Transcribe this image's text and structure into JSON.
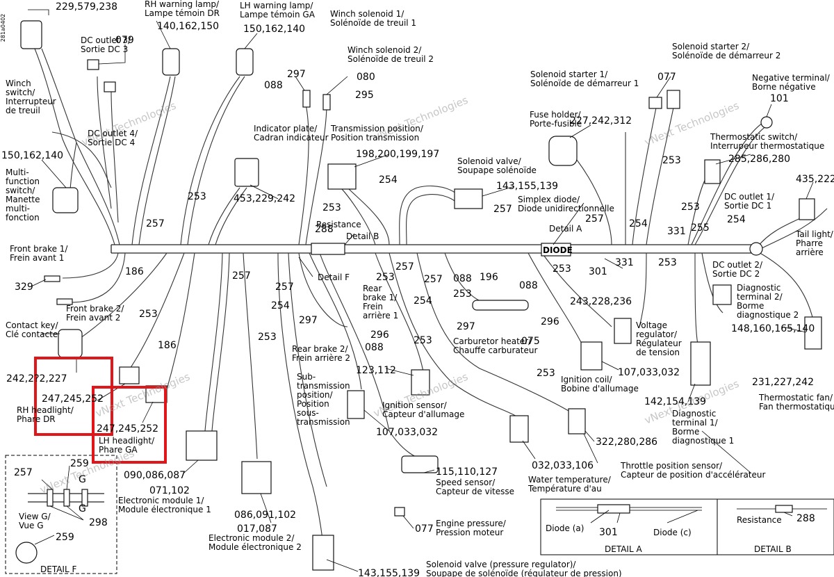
{
  "doc_id": "281a0402",
  "diode_label": "DIODE",
  "labels": [
    {
      "id": "winch-switch",
      "lines": [
        "Winch",
        "switch/",
        "Interrupteur",
        "de treuil"
      ]
    },
    {
      "id": "dc-outlet-3",
      "lines": [
        "DC outlet 3/",
        "Sortie DC 3"
      ]
    },
    {
      "id": "dc-outlet-4",
      "lines": [
        "DC outlet 4/",
        "Sortie DC 4"
      ]
    },
    {
      "id": "rh-warning-lamp",
      "lines": [
        "RH warning lamp/",
        "Lampe témoin DR"
      ]
    },
    {
      "id": "lh-warning-lamp",
      "lines": [
        "LH warning lamp/",
        "Lampe témoin GA"
      ]
    },
    {
      "id": "winch-solenoid-1",
      "lines": [
        "Winch solenoid 1/",
        "Solénoïde de treuil 1"
      ]
    },
    {
      "id": "winch-solenoid-2",
      "lines": [
        "Winch solenoid 2/",
        "Solénoïde de treuil 2"
      ]
    },
    {
      "id": "indicator-plate",
      "lines": [
        "Indicator plate/",
        "Cadran indicateur"
      ]
    },
    {
      "id": "transmission-position",
      "lines": [
        "Transmission position/",
        "Position transmission"
      ]
    },
    {
      "id": "solenoid-valve",
      "lines": [
        "Solenoid valve/",
        "Soupape solénoïde"
      ]
    },
    {
      "id": "simplex-diode",
      "lines": [
        "Simplex diode/",
        "Diode unidirectionnelle"
      ]
    },
    {
      "id": "fuse-holder",
      "lines": [
        "Fuse holder/",
        "Porte-fusible"
      ]
    },
    {
      "id": "solenoid-starter-1",
      "lines": [
        "Solenoid starter 1/",
        "Solénoïde de démarreur 1"
      ]
    },
    {
      "id": "solenoid-starter-2",
      "lines": [
        "Solenoid starter 2/",
        "Solénoïde de démarreur 2"
      ]
    },
    {
      "id": "negative-terminal",
      "lines": [
        "Negative terminal/",
        "Borne négative"
      ]
    },
    {
      "id": "thermostatic-switch",
      "lines": [
        "Thermostatic switch/",
        "Interrupeur thermostatique"
      ]
    },
    {
      "id": "multi-function-switch",
      "lines": [
        "Multi-",
        "function",
        "switch/",
        "Manette",
        "multi-",
        "fonction"
      ]
    },
    {
      "id": "dc-outlet-1",
      "lines": [
        "DC outlet 1/",
        "Sortie DC 1"
      ]
    },
    {
      "id": "tail-light",
      "lines": [
        "Tail light/",
        "Pharre",
        "arrière"
      ]
    },
    {
      "id": "front-brake-1",
      "lines": [
        "Front brake 1/",
        "Frein avant 1"
      ]
    },
    {
      "id": "front-brake-2",
      "lines": [
        "Front brake 2/",
        "Frein avant 2"
      ]
    },
    {
      "id": "contact-key",
      "lines": [
        "Contact key/",
        "Clé contacte"
      ]
    },
    {
      "id": "detail-a-ref",
      "lines": [
        "Detail A"
      ]
    },
    {
      "id": "detail-b-ref",
      "lines": [
        "Detail B"
      ]
    },
    {
      "id": "detail-f-ref",
      "lines": [
        "Detail F"
      ]
    },
    {
      "id": "resistance-main",
      "lines": [
        "Resistance"
      ]
    },
    {
      "id": "rear-brake-1",
      "lines": [
        "Rear",
        "brake 1/",
        "Frein",
        "arrière 1"
      ]
    },
    {
      "id": "rear-brake-2",
      "lines": [
        "Rear brake 2/",
        "Frein arrière 2"
      ]
    },
    {
      "id": "carburetor-heater",
      "lines": [
        "Carburetor heater/",
        "Chauffe carburateur"
      ]
    },
    {
      "id": "dc-outlet-2",
      "lines": [
        "DC outlet 2/",
        "Sortie DC 2"
      ]
    },
    {
      "id": "diagnostic-terminal-2",
      "lines": [
        "Diagnostic",
        "terminal 2/",
        "Borme",
        "diagnostique 2"
      ]
    },
    {
      "id": "voltage-regulator",
      "lines": [
        "Voltage",
        "regulator/",
        "Régulateur",
        "de tension"
      ]
    },
    {
      "id": "ignition-coil",
      "lines": [
        "Ignition coil/",
        "Bobine d'allumage"
      ]
    },
    {
      "id": "rh-headlight",
      "lines": [
        "RH headlight/",
        "Phare DR"
      ]
    },
    {
      "id": "lh-headlight",
      "lines": [
        "LH headlight/",
        "Phare GA"
      ]
    },
    {
      "id": "sub-transmission",
      "lines": [
        "Sub-",
        "transmission",
        "position/",
        "Position",
        "sous-",
        "transmission"
      ]
    },
    {
      "id": "ignition-sensor",
      "lines": [
        "Ignition sensor/",
        "Capteur d'allumage"
      ]
    },
    {
      "id": "thermostatic-fan",
      "lines": [
        "Thermostatic fan/",
        "Fan thermostatique"
      ]
    },
    {
      "id": "diagnostic-terminal-1",
      "lines": [
        "Diagnostic",
        "terminal 1/",
        "Borme",
        "diagnostique 1"
      ]
    },
    {
      "id": "throttle-position",
      "lines": [
        "Throttle position sensor/",
        "Capteur de position d'accélérateur"
      ]
    },
    {
      "id": "water-temperature",
      "lines": [
        "Water temperature/",
        "Température d'au"
      ]
    },
    {
      "id": "speed-sensor",
      "lines": [
        "Speed sensor/",
        "Capteur de vitesse"
      ]
    },
    {
      "id": "electronic-module-1",
      "lines": [
        "Electronic module 1/",
        "Module électronique 1"
      ]
    },
    {
      "id": "electronic-module-2",
      "lines": [
        "Electronic module 2/",
        "Module électronique 2"
      ]
    },
    {
      "id": "engine-pressure",
      "lines": [
        "Engine pressure/",
        "Pression moteur"
      ]
    },
    {
      "id": "solenoid-valve-pressure",
      "lines": [
        "Solenoid valve (pressure regulator)/",
        "Soupape de solénoïde (régulateur de pression)"
      ]
    },
    {
      "id": "view-g",
      "lines": [
        "View G/",
        "Vue G"
      ]
    },
    {
      "id": "diode-a",
      "lines": [
        "Diode (a)"
      ]
    },
    {
      "id": "diode-c",
      "lines": [
        "Diode (c)"
      ]
    },
    {
      "id": "resistance-detail",
      "lines": [
        "Resistance"
      ]
    },
    {
      "id": "detail-a-title",
      "lines": [
        "DETAIL A"
      ]
    },
    {
      "id": "detail-b-title",
      "lines": [
        "DETAIL B"
      ]
    },
    {
      "id": "detail-f-title",
      "lines": [
        "DETAIL F"
      ]
    }
  ],
  "callouts": [
    {
      "id": "c-winch-switch",
      "text": "229,579,238"
    },
    {
      "id": "c-dc3",
      "text": "079"
    },
    {
      "id": "c-rh-warning",
      "text": "140,162,150"
    },
    {
      "id": "c-lh-warning",
      "text": "150,162,140"
    },
    {
      "id": "c-297-top",
      "text": "297"
    },
    {
      "id": "c-088-top",
      "text": "088"
    },
    {
      "id": "c-080",
      "text": "080"
    },
    {
      "id": "c-295",
      "text": "295"
    },
    {
      "id": "c-077-top",
      "text": "077"
    },
    {
      "id": "c-101",
      "text": "101"
    },
    {
      "id": "c-fuse",
      "text": "227,242,312"
    },
    {
      "id": "c-transmission",
      "text": "198,200,199,197"
    },
    {
      "id": "c-solenoid-valve",
      "text": "143,155,139"
    },
    {
      "id": "c-thermo-switch",
      "text": "285,286,280"
    },
    {
      "id": "c-multi",
      "text": "150,162,140"
    },
    {
      "id": "c-indicator",
      "text": "453,229,242"
    },
    {
      "id": "c-253-a",
      "text": "253"
    },
    {
      "id": "c-253-b",
      "text": "253"
    },
    {
      "id": "c-254-a",
      "text": "254"
    },
    {
      "id": "c-253-c",
      "text": "253"
    },
    {
      "id": "c-435",
      "text": "435,222"
    },
    {
      "id": "c-257-a",
      "text": "257"
    },
    {
      "id": "c-257-b",
      "text": "257"
    },
    {
      "id": "c-257-c",
      "text": "257"
    },
    {
      "id": "c-288",
      "text": "288"
    },
    {
      "id": "c-254-b",
      "text": "254"
    },
    {
      "id": "c-331-a",
      "text": "331"
    },
    {
      "id": "c-255",
      "text": "255"
    },
    {
      "id": "c-253-d",
      "text": "253"
    },
    {
      "id": "c-254-c",
      "text": "254"
    },
    {
      "id": "c-186-a",
      "text": "186"
    },
    {
      "id": "c-329",
      "text": "329"
    },
    {
      "id": "c-257-d",
      "text": "257"
    },
    {
      "id": "c-257-e",
      "text": "257"
    },
    {
      "id": "c-257-f",
      "text": "257"
    },
    {
      "id": "c-257-g",
      "text": "257"
    },
    {
      "id": "c-253-e",
      "text": "253"
    },
    {
      "id": "c-301-a",
      "text": "301"
    },
    {
      "id": "c-331-b",
      "text": "331"
    },
    {
      "id": "c-253-f",
      "text": "253"
    },
    {
      "id": "c-253-g",
      "text": "253"
    },
    {
      "id": "c-254-d",
      "text": "254"
    },
    {
      "id": "c-088-m",
      "text": "088"
    },
    {
      "id": "c-196",
      "text": "196"
    },
    {
      "id": "c-088-n",
      "text": "088"
    },
    {
      "id": "c-253-h",
      "text": "253"
    },
    {
      "id": "c-243",
      "text": "243,228,236"
    },
    {
      "id": "c-253-i",
      "text": "253"
    },
    {
      "id": "c-254-e",
      "text": "254"
    },
    {
      "id": "c-297-m",
      "text": "297"
    },
    {
      "id": "c-296-a",
      "text": "296"
    },
    {
      "id": "c-296-b",
      "text": "296"
    },
    {
      "id": "c-075",
      "text": "075"
    },
    {
      "id": "c-297-b",
      "text": "297"
    },
    {
      "id": "c-088-b",
      "text": "088"
    },
    {
      "id": "c-253-j",
      "text": "253"
    },
    {
      "id": "c-148",
      "text": "148,160,165,140"
    },
    {
      "id": "c-253-k",
      "text": "253"
    },
    {
      "id": "c-186-b",
      "text": "186"
    },
    {
      "id": "c-242-contact",
      "text": "242,2?2,227"
    },
    {
      "id": "c-rh-headlight",
      "text": "247,245,252"
    },
    {
      "id": "c-lh-headlight",
      "text": "247,245,252"
    },
    {
      "id": "c-123",
      "text": "123,112"
    },
    {
      "id": "c-107-a",
      "text": "107,033,032"
    },
    {
      "id": "c-107-b",
      "text": "107,033,032"
    },
    {
      "id": "c-253-l",
      "text": "253"
    },
    {
      "id": "c-231",
      "text": "231,227,242"
    },
    {
      "id": "c-142",
      "text": "142,154,139"
    },
    {
      "id": "c-322",
      "text": "322,280,286"
    },
    {
      "id": "c-032",
      "text": "032,033,106"
    },
    {
      "id": "c-115",
      "text": "115,110,127"
    },
    {
      "id": "c-090",
      "text": "090,086,087"
    },
    {
      "id": "c-071",
      "text": "071,102"
    },
    {
      "id": "c-086",
      "text": "086,091,102"
    },
    {
      "id": "c-017",
      "text": "017,087"
    },
    {
      "id": "c-077-b",
      "text": "077"
    },
    {
      "id": "c-143-b",
      "text": "143,155,139"
    },
    {
      "id": "c-257-f-detail",
      "text": "257"
    },
    {
      "id": "c-259-a",
      "text": "259"
    },
    {
      "id": "c-g-1",
      "text": "G"
    },
    {
      "id": "c-g-2",
      "text": "G"
    },
    {
      "id": "c-298",
      "text": "298"
    },
    {
      "id": "c-259-b",
      "text": "259"
    },
    {
      "id": "c-301-detail",
      "text": "301"
    },
    {
      "id": "c-288-detail",
      "text": "288"
    }
  ],
  "watermarks": [
    "vNext Technologies",
    "vNext Technologies",
    "vNext Technologies",
    "vNext Technologies",
    "vNext Technologies",
    "vNext Technologies",
    "vNext Technologies"
  ],
  "highlight_color": "#e0161b"
}
